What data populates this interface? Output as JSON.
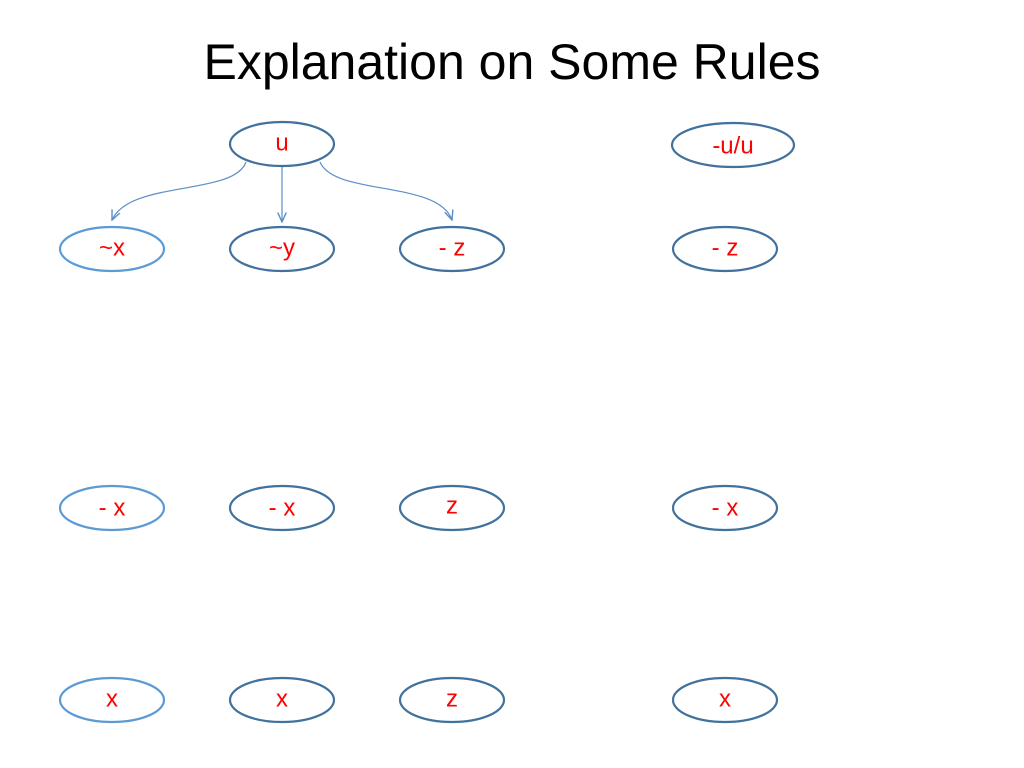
{
  "slide": {
    "title": "Explanation on Some Rules"
  },
  "colors": {
    "node_border": "#41719c",
    "node_border_light": "#5b9bd5",
    "label_text": "#ff0000",
    "edge": "#5b8fc7",
    "title_text": "#000000"
  },
  "nodes": {
    "u": "u",
    "neg_u_over_u": "-u/u",
    "r1_c1": "~x",
    "r1_c2": "~y",
    "r1_c3": "- z",
    "r1_c4": "- z",
    "r2_c1": "- x",
    "r2_c2": "- x",
    "r2_c3": "z",
    "r2_c4": "- x",
    "r3_c1": "x",
    "r3_c2": "x",
    "r3_c3": "z",
    "r3_c4": "x"
  }
}
